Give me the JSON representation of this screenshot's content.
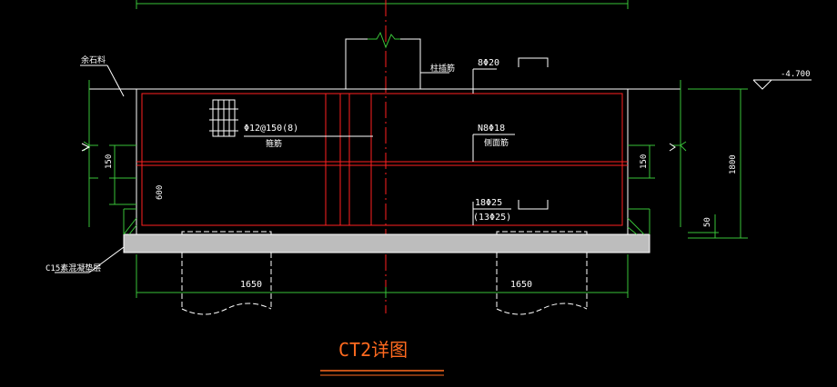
{
  "drawing": {
    "title": "CT2详图",
    "elevation": "-4.700",
    "labels": {
      "backfill_left": "余石料",
      "pile_cap_col": "柱插筋",
      "top_rebar": "8Φ20",
      "stirrup_spec": "Φ12@150(8)",
      "stirrup_name": "箍筋",
      "side_rebar": "N8Φ18",
      "side_rebar_name": "侧面筋",
      "bottom_rebar": "18Φ25",
      "bottom_rebar_alt": "(13Φ25)",
      "cushion": "C15素混凝垫层"
    },
    "dimensions": {
      "left_150": "150",
      "left_600": "600",
      "right_150": "150",
      "right_1800": "1800",
      "right_50": "50",
      "pile_left_1650": "1650",
      "pile_right_1650": "1650"
    }
  },
  "colors": {
    "background": "#000000",
    "outline": "#ffffff",
    "rebar": "#ff2020",
    "dimension": "#39c239",
    "centerline": "#ff2020",
    "title": "#ff6a1f",
    "text": "#ffffff",
    "cushion_fill": "#bdbdbd"
  }
}
